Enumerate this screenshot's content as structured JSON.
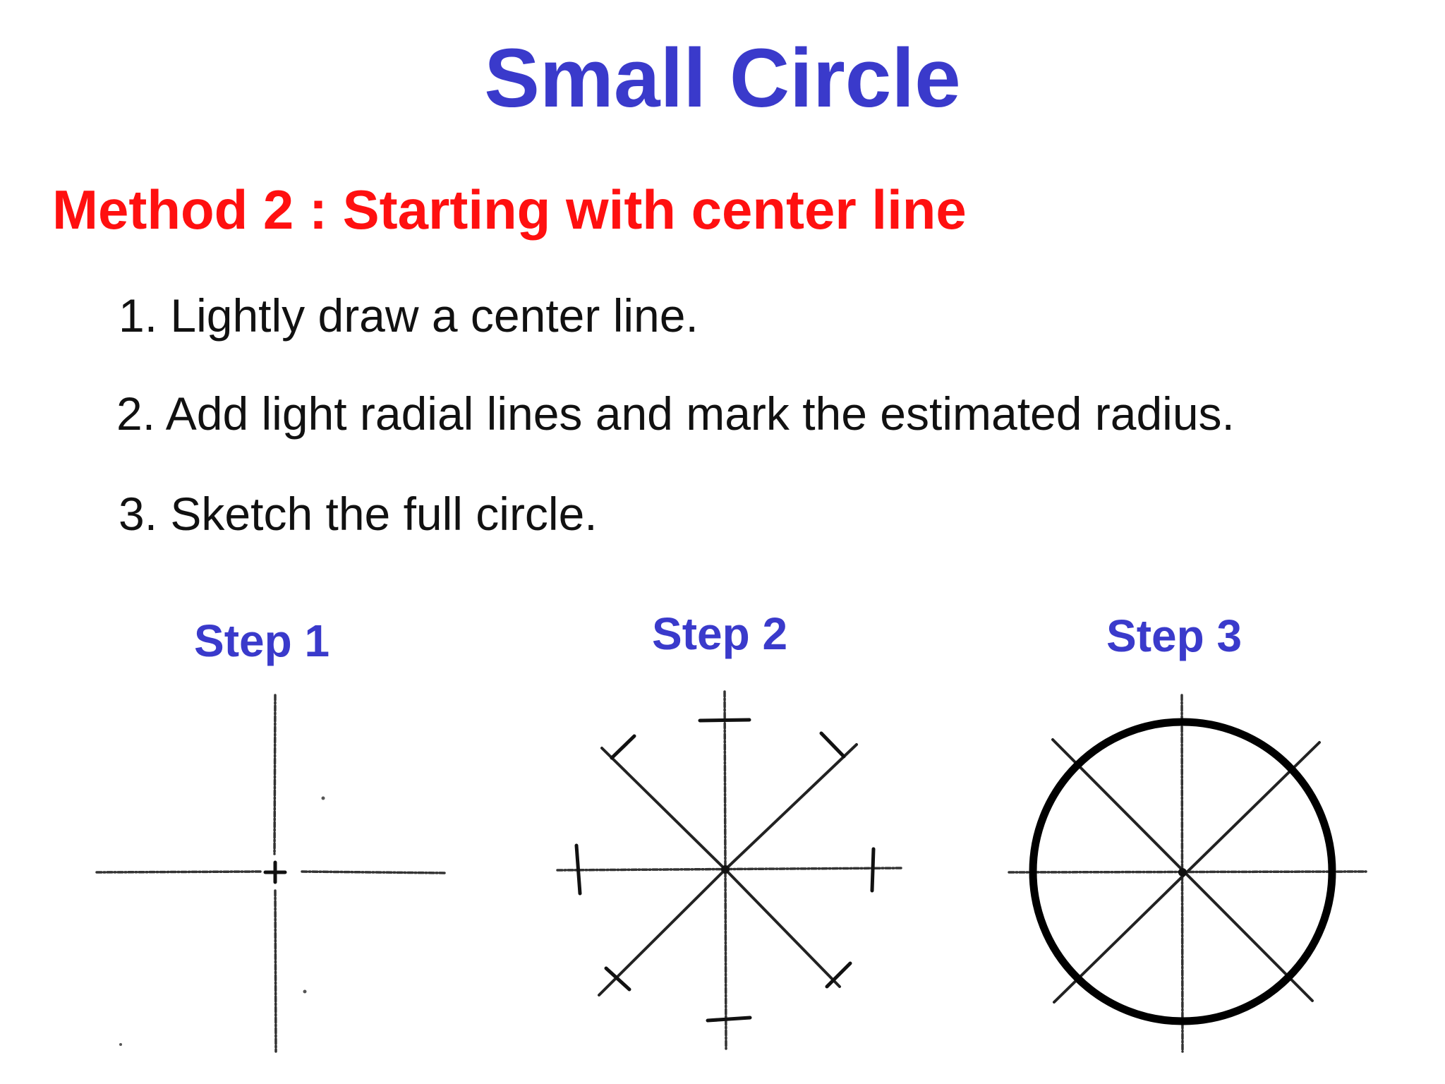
{
  "title": "Small Circle",
  "subtitle": "Method 2 : Starting with center line",
  "instructions": [
    "1. Lightly draw a center line.",
    "2. Add light radial lines and mark the estimated radius.",
    "3. Sketch the full circle."
  ],
  "steps": [
    {
      "label": "Step 1"
    },
    {
      "label": "Step 2"
    },
    {
      "label": "Step 3"
    }
  ],
  "colors": {
    "title": "#3a3acb",
    "subtitle": "#ff1010",
    "body_text": "#111111",
    "step_label": "#3a3acb"
  }
}
